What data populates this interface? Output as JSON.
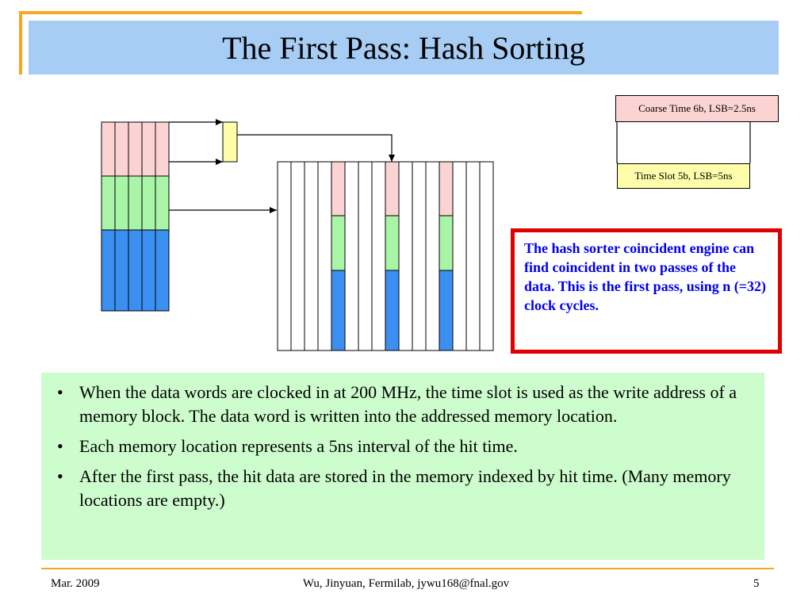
{
  "title": "The First Pass: Hash Sorting",
  "diagram": {
    "coarse_label": "Coarse Time 6b, LSB=2.5ns",
    "timeslot_label": "Time Slot 5b, LSB=5ns",
    "colors": {
      "pink": "#fcd3d3",
      "green": "#a8f5a8",
      "blue": "#3b8ff0",
      "yellow": "#fffcaa",
      "red_border": "#e00000"
    }
  },
  "callout": "The hash sorter coincident engine can find coincident in two passes of the data.  This is the first pass, using n (=32) clock cycles.",
  "bullets": [
    "When the data words are clocked in at 200 MHz, the time slot is used as the write address of a memory block.  The data word is written into the addressed memory location.",
    "Each memory location represents a 5ns interval of the hit time.",
    "After the first pass, the hit data are stored in the memory indexed by hit time.  (Many memory locations are empty.)"
  ],
  "footer": {
    "date": "Mar. 2009",
    "author": "Wu, Jinyuan, Fermilab, jywu168@fnal.gov",
    "page": "5"
  }
}
